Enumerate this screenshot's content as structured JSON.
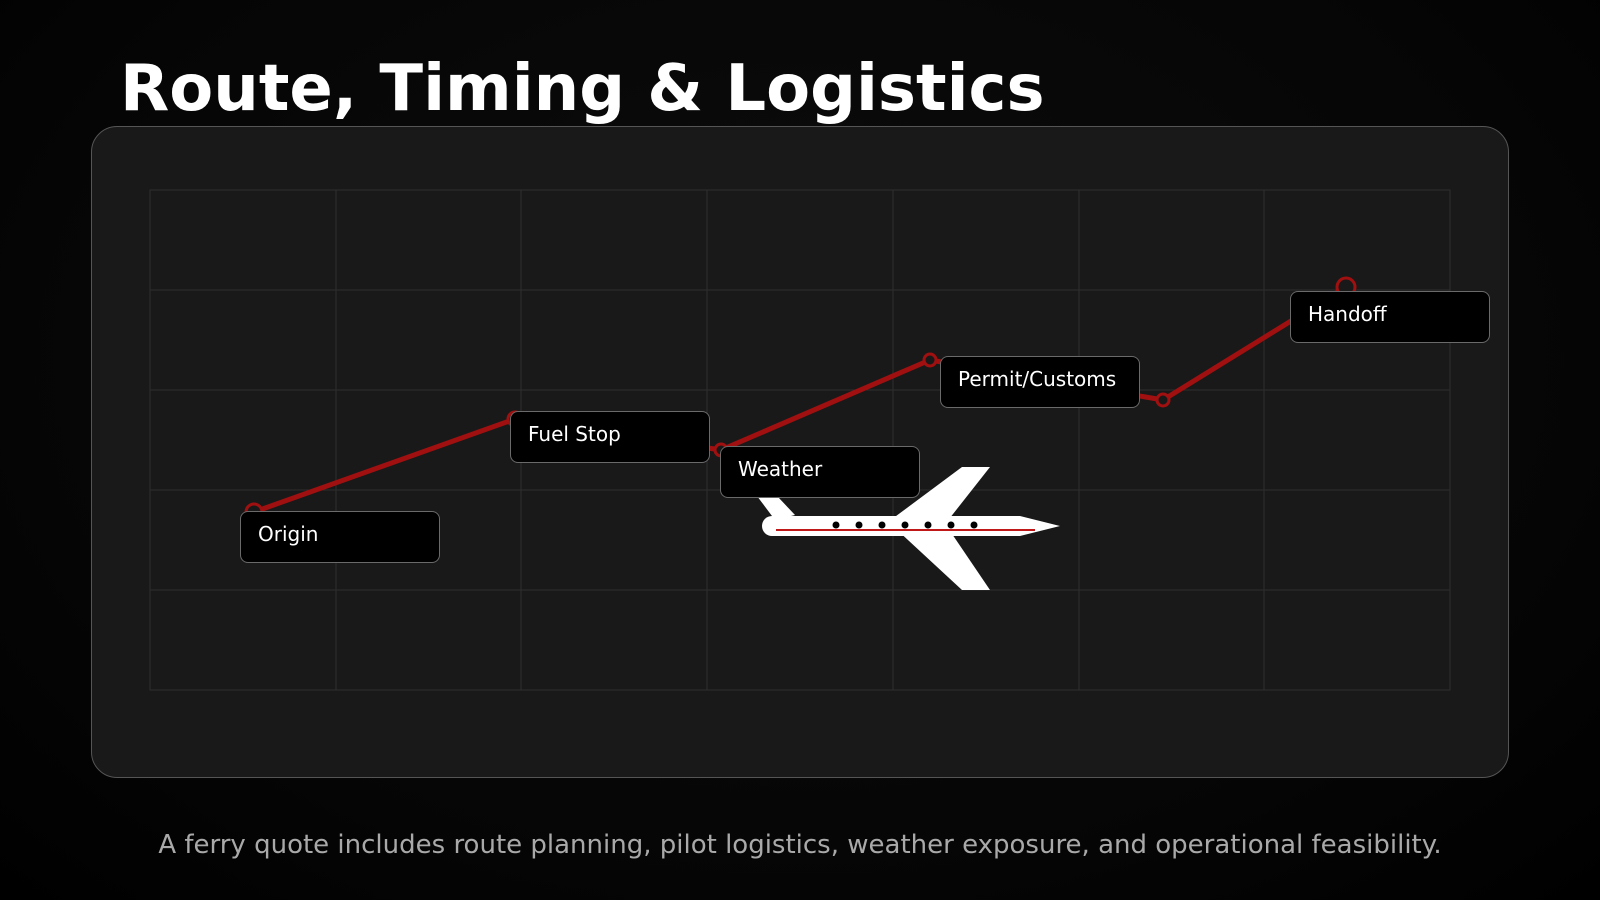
{
  "slide": {
    "title": "Route, Timing & Logistics",
    "caption": "A ferry quote includes route planning, pilot logistics, weather exposure, and operational feasibility."
  },
  "route": {
    "waypoints": [
      {
        "label": "Origin"
      },
      {
        "label": "Fuel Stop"
      },
      {
        "label": "Weather"
      },
      {
        "label": "Permit/Customs"
      },
      {
        "label": "Handoff"
      }
    ],
    "line_color": "#a01010",
    "aircraft_icon": "jet-airplane-icon"
  },
  "colors": {
    "background": "#0a0a0a",
    "panel": "#191919",
    "label_bg": "#000000",
    "text": "#ffffff",
    "caption": "#a9a9a9"
  }
}
